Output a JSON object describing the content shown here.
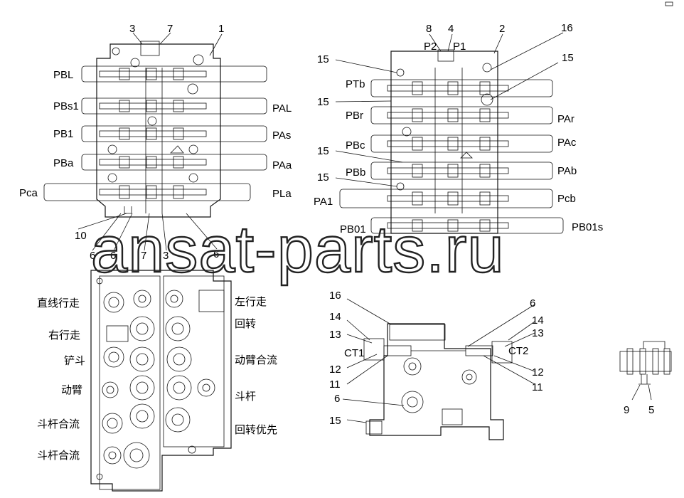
{
  "watermark": "ansat-parts.ru",
  "view_left_top": {
    "callouts_top": [
      "3",
      "7",
      "1"
    ],
    "ports_left": [
      "PBL",
      "PBs1",
      "PB1",
      "PBa",
      "Pca"
    ],
    "ports_right": [
      "PAL",
      "PAs",
      "PAa",
      "PLa"
    ],
    "callouts_bottom": [
      "10",
      "6",
      "6",
      "7",
      "3",
      "6"
    ]
  },
  "view_left_bottom": {
    "labels_left": [
      "直线行走",
      "右行走",
      "铲斗",
      "动臂",
      "斗杆合流",
      "斗杆合流"
    ],
    "labels_right": [
      "左行走",
      "回转",
      "动臂合流",
      "斗杆",
      "回转优先"
    ]
  },
  "view_right_top": {
    "callouts_top": [
      "8",
      "4",
      "2",
      "16"
    ],
    "pressure_ports": [
      "P2",
      "P1"
    ],
    "ports_left": [
      "PTb",
      "PBr",
      "PBc",
      "PBb",
      "PA1",
      "PB01"
    ],
    "ports_right": [
      "PAr",
      "PAc",
      "PAb",
      "Pcb",
      "PB01s"
    ],
    "callout_15": "15"
  },
  "view_right_bottom": {
    "callouts_left": [
      "16",
      "14",
      "13",
      "12",
      "11",
      "6",
      "15"
    ],
    "callouts_right": [
      "6",
      "14",
      "13",
      "12",
      "11"
    ],
    "check_left": "CT1",
    "check_right": "CT2"
  },
  "detail_view": {
    "callouts": [
      "9",
      "5"
    ]
  }
}
